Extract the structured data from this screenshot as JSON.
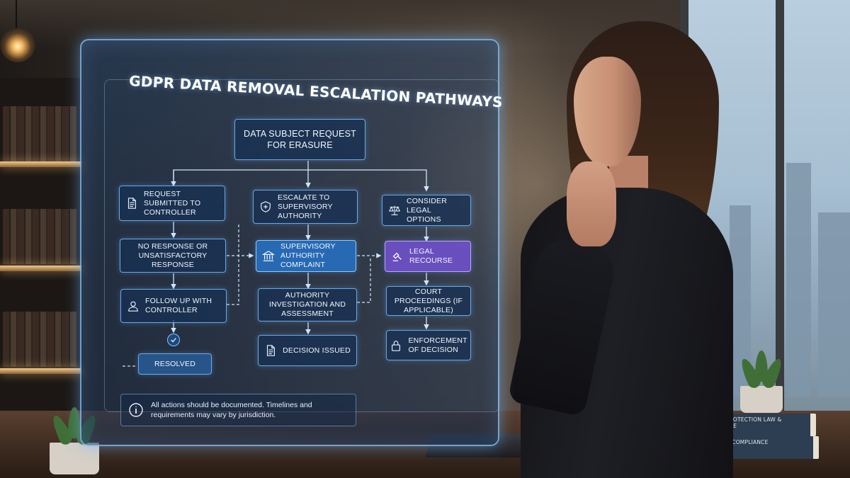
{
  "diagram": {
    "title": "GDPR DATA REMOVAL ESCALATION PATHWAYS",
    "nodes": {
      "start": "DATA SUBJECT REQUEST FOR ERASURE",
      "left_1": "REQUEST SUBMITTED TO CONTROLLER",
      "left_2": "NO RESPONSE OR UNSATISFACTORY RESPONSE",
      "left_3": "FOLLOW UP WITH CONTROLLER",
      "left_4": "RESOLVED",
      "mid_1": "ESCALATE TO SUPERVISORY AUTHORITY",
      "mid_2": "SUPERVISORY AUTHORITY COMPLAINT",
      "mid_3": "AUTHORITY INVESTIGATION AND ASSESSMENT",
      "mid_4": "DECISION ISSUED",
      "right_1": "CONSIDER LEGAL OPTIONS",
      "right_2": "LEGAL RECOURSE",
      "right_3": "COURT PROCEEDINGS (IF APPLICABLE)",
      "right_4": "ENFORCEMENT OF DECISION"
    },
    "note": "All actions should be documented. Timelines and requirements may vary by jurisdiction.",
    "colors": {
      "accent": "#8ccaff",
      "highlight_blue": "#2d7bd0",
      "highlight_purple": "#6e50c8"
    },
    "icons": {
      "left_1": "document-icon",
      "left_3": "person-icon",
      "left_4": "check-circle-icon",
      "mid_1": "shield-icon",
      "mid_2": "bank-building-icon",
      "mid_4": "document-icon",
      "right_1": "scales-icon",
      "right_2": "gavel-icon",
      "right_4": "lock-icon",
      "note": "info-icon"
    }
  },
  "book_titles": [
    "DATA PROTECTION LAW & PRACTICE",
    "PRIVACY COMPLIANCE MANUAL"
  ]
}
